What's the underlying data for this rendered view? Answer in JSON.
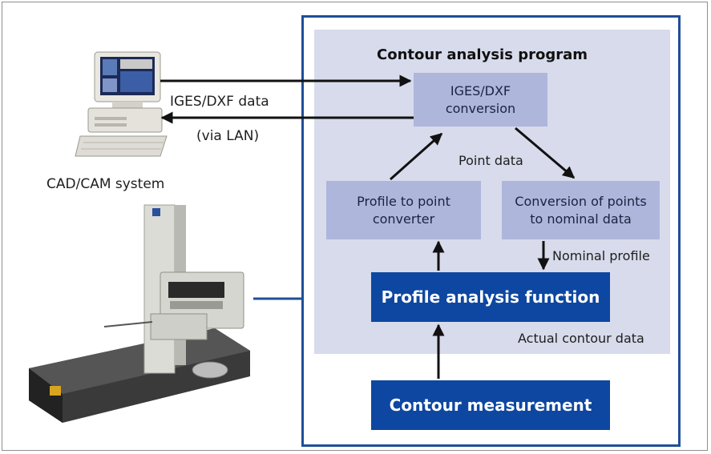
{
  "program_title": "Contour analysis program",
  "boxes": {
    "iges_conversion": "IGES/DXF\nconversion",
    "profile_to_point": "Profile to point\nconverter",
    "points_to_nominal": "Conversion of points\nto nominal data",
    "profile_analysis": "Profile analysis function",
    "contour_measurement": "Contour measurement"
  },
  "labels": {
    "iges_dxf_data": "IGES/DXF data",
    "via_lan": "(via LAN)",
    "cad_cam": "CAD/CAM system",
    "point_data": "Point data",
    "nominal_profile": "Nominal profile",
    "actual_contour": "Actual contour data"
  },
  "colors": {
    "accent": "#0d47a1",
    "panel_border": "#1f4f98",
    "light_box": "#aeb6dc",
    "program_bg": "#d7dbeb"
  }
}
